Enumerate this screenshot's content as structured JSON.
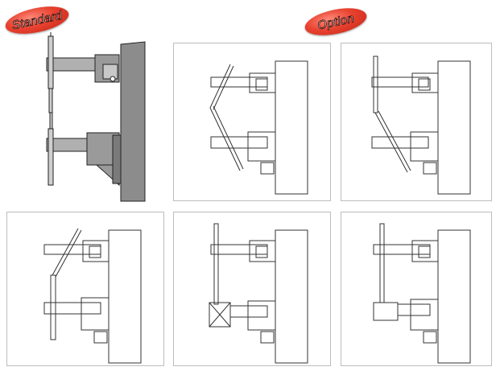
{
  "badges": {
    "standard": "Standard",
    "option": "Option"
  },
  "colors": {
    "badge_fill": "#e8412f",
    "badge_text": "#ffffff",
    "line": "#222222",
    "wall_shade": "#8c8c8c",
    "arm_shade": "#b0b0b0"
  },
  "figures": [
    {
      "id": "standard",
      "variant": "straight-rod"
    },
    {
      "id": "option-1",
      "variant": "bent-rod"
    },
    {
      "id": "option-2",
      "variant": "offset-rod"
    },
    {
      "id": "option-3",
      "variant": "angled-upper-rod"
    },
    {
      "id": "option-4",
      "variant": "boxed-lower-clamp"
    },
    {
      "id": "option-5",
      "variant": "offset-boxed-lower-clamp"
    }
  ]
}
